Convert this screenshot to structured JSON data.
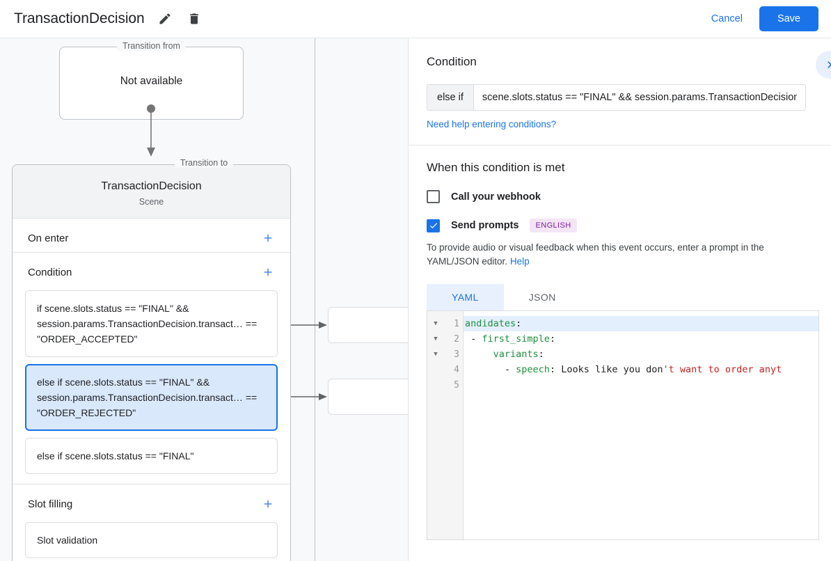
{
  "topbar": {
    "title": "TransactionDecision",
    "edit_icon": "pencil-icon",
    "delete_icon": "trash-icon",
    "cancel_label": "Cancel",
    "save_label": "Save",
    "accent_color": "#1a73e8"
  },
  "canvas": {
    "transition_from": {
      "legend": "Transition from",
      "value": "Not available"
    },
    "transition_to": {
      "legend": "Transition to",
      "title": "TransactionDecision",
      "subtitle": "Scene"
    },
    "sections": [
      {
        "title": "On enter",
        "add_label": "+",
        "items": []
      },
      {
        "title": "Condition",
        "add_label": "+",
        "items": [
          {
            "text": "if scene.slots.status == \"FINAL\" && session.params.TransactionDecision.transact… == \"ORDER_ACCEPTED\"",
            "selected": false
          },
          {
            "text": "else if scene.slots.status == \"FINAL\" && session.params.TransactionDecision.transact… == \"ORDER_REJECTED\"",
            "selected": true
          },
          {
            "text": "else if scene.slots.status == \"FINAL\"",
            "selected": false
          }
        ]
      },
      {
        "title": "Slot filling",
        "add_label": "+",
        "items": [
          {
            "text": "Slot validation",
            "selected": false
          }
        ]
      }
    ]
  },
  "right_panel": {
    "title": "Condition",
    "collapse_icon": "chevron-right-icon",
    "condition": {
      "prefix": "else if",
      "value": "scene.slots.status == \"FINAL\" && session.params.TransactionDecision.",
      "help_link": "Need help entering conditions?"
    },
    "when_title": "When this condition is met",
    "webhook": {
      "label": "Call your webhook",
      "checked": false
    },
    "prompts": {
      "label": "Send prompts",
      "checked": true,
      "language_badge": "ENGLISH",
      "badge_bg": "#f3e5f5",
      "badge_color": "#7b1fa2",
      "help_text": "To provide audio or visual feedback when this event occurs, enter a prompt in the YAML/JSON editor.",
      "help_link": "Help"
    },
    "editor": {
      "tabs": [
        {
          "label": "YAML",
          "active": true
        },
        {
          "label": "JSON",
          "active": false
        }
      ],
      "lines": [
        {
          "number": "1",
          "foldable": true,
          "highlighted": true,
          "tokens": [
            {
              "text": "andidates",
              "type": "key"
            },
            {
              "text": ":",
              "type": "punct"
            }
          ]
        },
        {
          "number": "2",
          "foldable": true,
          "highlighted": false,
          "tokens": [
            {
              "text": " - ",
              "type": "punct"
            },
            {
              "text": "first_simple",
              "type": "key"
            },
            {
              "text": ":",
              "type": "punct"
            }
          ]
        },
        {
          "number": "3",
          "foldable": true,
          "highlighted": false,
          "tokens": [
            {
              "text": "     ",
              "type": "punct"
            },
            {
              "text": "variants",
              "type": "key"
            },
            {
              "text": ":",
              "type": "punct"
            }
          ]
        },
        {
          "number": "4",
          "foldable": false,
          "highlighted": false,
          "tokens": [
            {
              "text": "       - ",
              "type": "punct"
            },
            {
              "text": "speech",
              "type": "key"
            },
            {
              "text": ": ",
              "type": "punct"
            },
            {
              "text": "Looks like you don",
              "type": "plain"
            },
            {
              "text": "'t want to order anyt",
              "type": "str"
            }
          ]
        },
        {
          "number": "5",
          "foldable": false,
          "highlighted": false,
          "tokens": []
        }
      ]
    }
  }
}
